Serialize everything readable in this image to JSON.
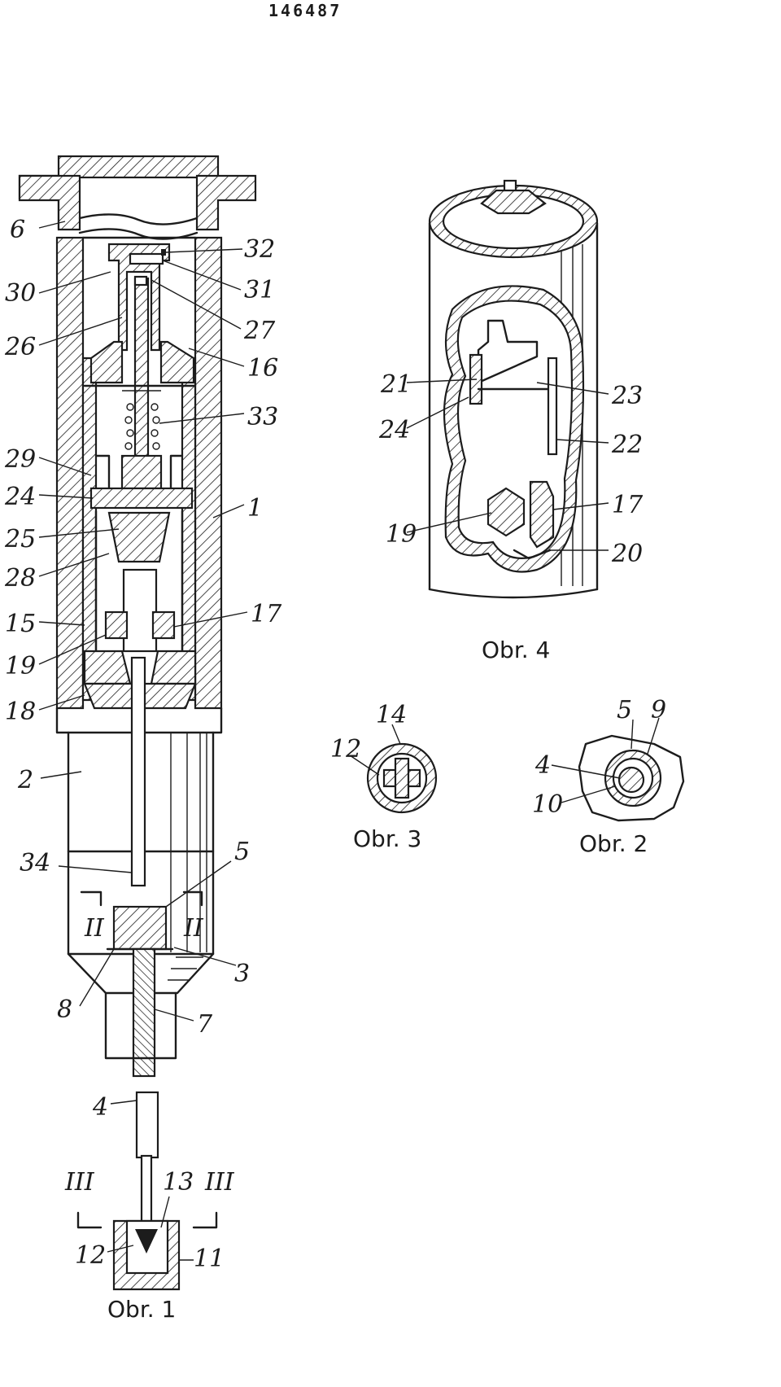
{
  "header": {
    "patent_number": "146487"
  },
  "figures": {
    "obr1": {
      "caption": "Obr. 1",
      "labels": [
        "6",
        "32",
        "30",
        "31",
        "27",
        "26",
        "16",
        "33",
        "29",
        "24",
        "1",
        "25",
        "28",
        "17",
        "15",
        "19",
        "18",
        "2",
        "34",
        "5",
        "II",
        "II",
        "3",
        "8",
        "7",
        "4",
        "III",
        "13",
        "III",
        "12",
        "11"
      ]
    },
    "obr2": {
      "caption": "Obr. 2",
      "labels": [
        "5",
        "9",
        "4",
        "10"
      ]
    },
    "obr3": {
      "caption": "Obr. 3",
      "labels": [
        "14",
        "12"
      ]
    },
    "obr4": {
      "caption": "Obr. 4",
      "labels": [
        "21",
        "23",
        "24",
        "22",
        "17",
        "19",
        "20"
      ]
    }
  }
}
